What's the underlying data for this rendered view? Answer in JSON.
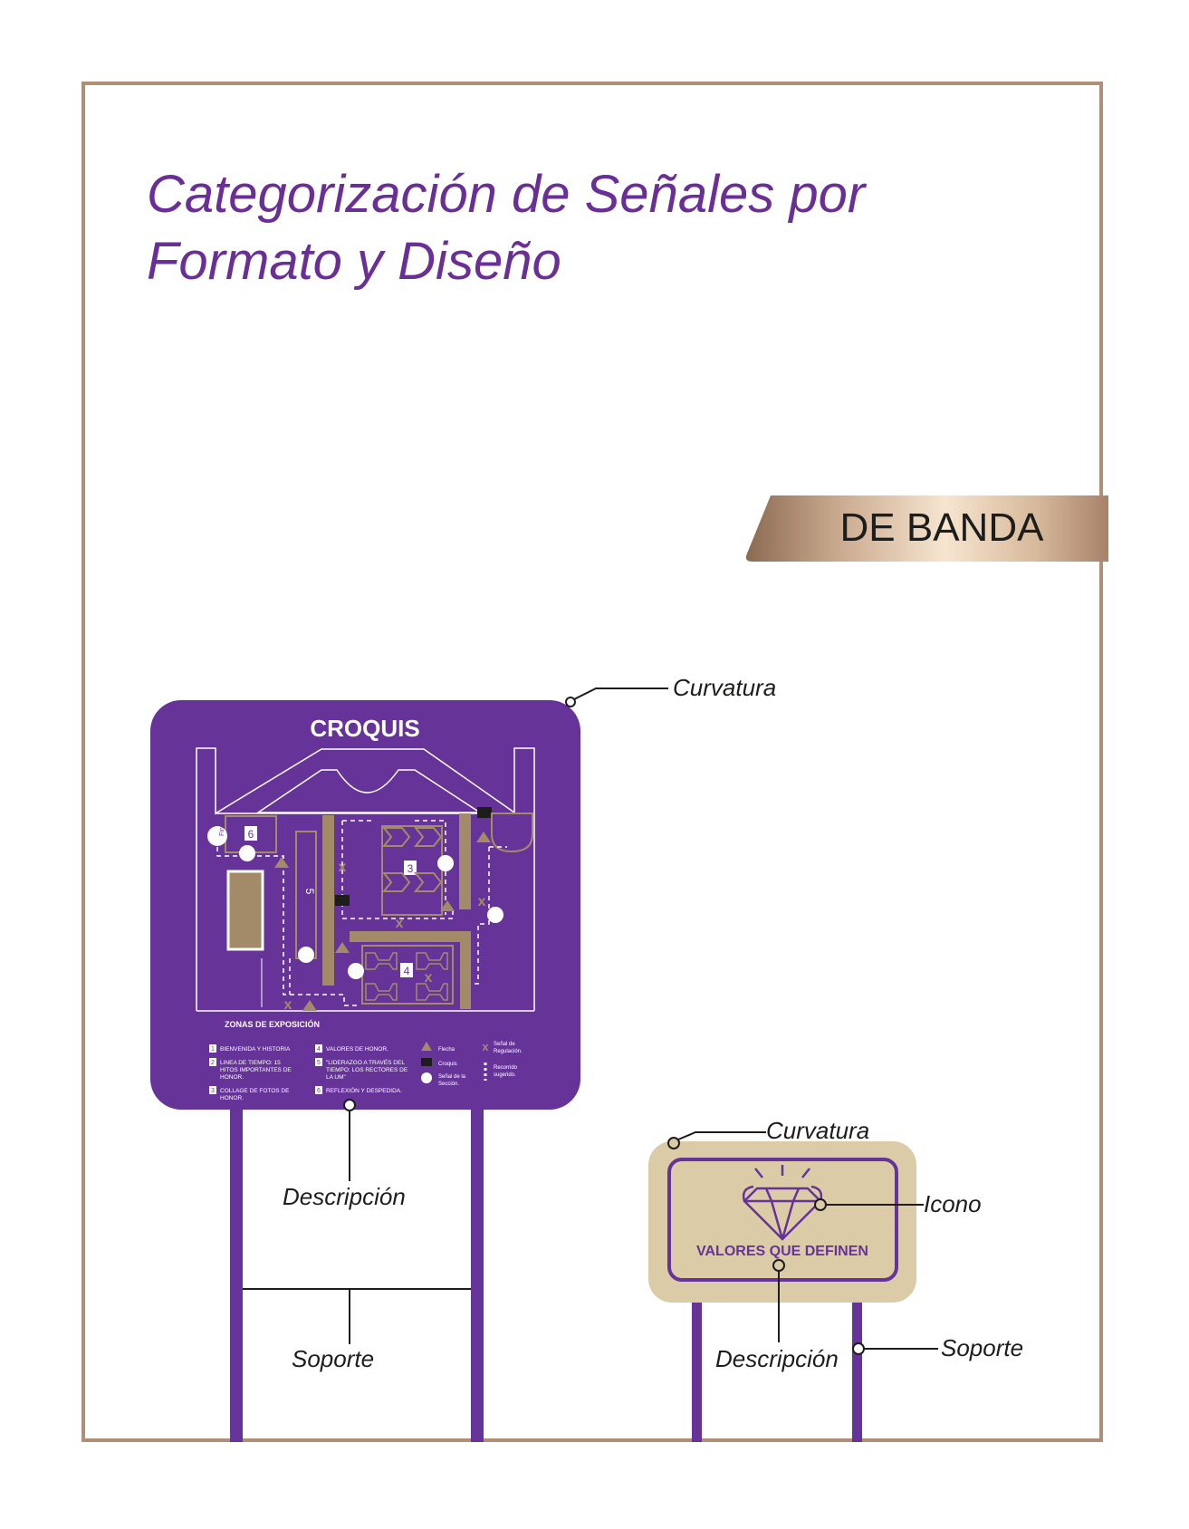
{
  "page": {
    "title_line1": "Categorización de Señales por",
    "title_line2": "Formato y Diseño",
    "banner": "DE BANDA"
  },
  "colors": {
    "purple": "#663399",
    "gold": "#a38b6a",
    "beige": "#dccba7",
    "frame": "#b08f78",
    "text": "#1d1d1b"
  },
  "callouts": {
    "big_curvature": "Curvatura",
    "big_description": "Descripción",
    "big_support": "Soporte",
    "small_curvature": "Curvatura",
    "small_icon": "Icono",
    "small_description": "Descripción",
    "small_support": "Soporte"
  },
  "sign_large": {
    "title": "CROQUIS",
    "map": {
      "final_label": "Final",
      "zone_numbers": [
        "6",
        "5",
        "3",
        "4"
      ]
    },
    "zones_heading": "ZONAS DE EXPOSICIÓN",
    "zones": [
      {
        "num": "1",
        "line1": "BIENVENIDA Y HISTORIA",
        "line2": "",
        "line3": ""
      },
      {
        "num": "2",
        "line1": "LINEA DE TIEMPO: 15",
        "line2": "HITOS IMPORTANTES DE",
        "line3": "HONOR."
      },
      {
        "num": "3",
        "line1": "COLLAGE DE FOTOS DE",
        "line2": "HONOR.",
        "line3": ""
      },
      {
        "num": "4",
        "line1": "VALORES DE HONOR.",
        "line2": "",
        "line3": ""
      },
      {
        "num": "5",
        "line1": "\"LIDERAZGO A TRAVÉS DEL",
        "line2": "TIEMPO: LOS RECTORES DE",
        "line3": "LA UM\""
      },
      {
        "num": "6",
        "line1": "REFLEXIÓN Y DESPEDIDA.",
        "line2": "",
        "line3": ""
      }
    ],
    "legend": [
      {
        "icon": "triangle",
        "line1": "Flecha",
        "line2": ""
      },
      {
        "icon": "square",
        "line1": "Croquis",
        "line2": ""
      },
      {
        "icon": "circle",
        "line1": "Señal de la",
        "line2": "Sección."
      },
      {
        "icon": "x",
        "line1": "Señal de",
        "line2": "Regulación."
      },
      {
        "icon": "dashed",
        "line1": "Recorrido",
        "line2": "sugerido."
      }
    ]
  },
  "sign_small": {
    "text": "VALORES QUE DEFINEN",
    "icon": "diamond-icon"
  }
}
